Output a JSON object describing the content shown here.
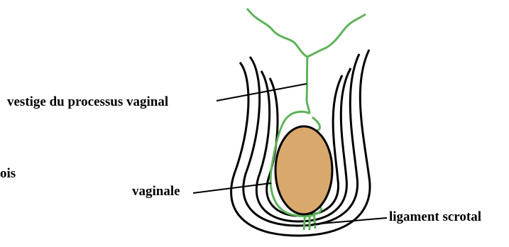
{
  "labels": {
    "vestige": "vestige du processus vaginal",
    "fragment": "ois",
    "vaginale": "vaginale",
    "ligament": "ligament scrotal"
  },
  "colors": {
    "outline": "#000000",
    "membrane": "#5fb35a",
    "testis_fill": "#d9a86c",
    "testis_stroke": "#000000",
    "leader": "#000000"
  }
}
